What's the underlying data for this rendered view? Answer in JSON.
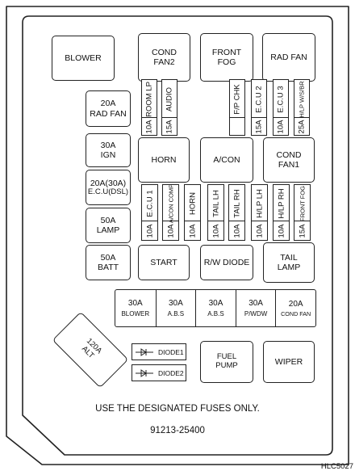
{
  "relays": {
    "blower": "BLOWER",
    "cond_fan2": [
      "COND",
      "FAN2"
    ],
    "front_fog": [
      "FRONT",
      "FOG"
    ],
    "rad_fan": "RAD FAN",
    "horn": "HORN",
    "acon": "A/CON",
    "cond_fan1": [
      "COND",
      "FAN1"
    ],
    "start": "START",
    "rw_diode": "R/W DIODE",
    "tail_lamp": [
      "TAIL",
      "LAMP"
    ],
    "fuel_pump": [
      "FUEL",
      "PUMP"
    ],
    "wiper": "WIPER"
  },
  "left_fuses": [
    {
      "amp": "20A",
      "name": "RAD FAN"
    },
    {
      "amp": "30A",
      "name": "IGN"
    },
    {
      "amp": "20A(30A)",
      "name": "E.C.U(DSL)"
    },
    {
      "amp": "50A",
      "name": "LAMP"
    },
    {
      "amp": "50A",
      "name": "BATT"
    }
  ],
  "top_mini_fuses": [
    {
      "amp": "10A",
      "name": "ROOM LP"
    },
    {
      "amp": "15A",
      "name": "AUDIO"
    },
    {
      "amp": "",
      "name": "F/P CHK"
    },
    {
      "amp": "15A",
      "name": "E.C.U 2"
    },
    {
      "amp": "10A",
      "name": "E.C.U 3"
    },
    {
      "amp": "25A",
      "name": "H/LP W/S/BR"
    }
  ],
  "mid_mini_fuses": [
    {
      "amp": "10A",
      "name": "E.C.U 1"
    },
    {
      "amp": "10A",
      "name": "A/CON COMP"
    },
    {
      "amp": "10A",
      "name": "HORN"
    },
    {
      "amp": "10A",
      "name": "TAIL LH"
    },
    {
      "amp": "10A",
      "name": "TAIL RH"
    },
    {
      "amp": "10A",
      "name": "H/LP LH"
    },
    {
      "amp": "10A",
      "name": "H/LP RH"
    },
    {
      "amp": "15A",
      "name": "FRONT FOG"
    }
  ],
  "bottom_fuses": [
    {
      "amp": "30A",
      "name": "BLOWER"
    },
    {
      "amp": "30A",
      "name": "A.B.S"
    },
    {
      "amp": "30A",
      "name": "A.B.S"
    },
    {
      "amp": "30A",
      "name": "P/WDW"
    },
    {
      "amp": "20A",
      "name": "COND FAN"
    }
  ],
  "alt_fuse": {
    "amp": "120A",
    "name": "ALT"
  },
  "diodes": [
    "DIODE1",
    "DIODE2"
  ],
  "notes": {
    "warning": "USE THE DESIGNATED FUSES ONLY.",
    "part_number": "91213-25400",
    "figure_code": "HLC5027"
  }
}
